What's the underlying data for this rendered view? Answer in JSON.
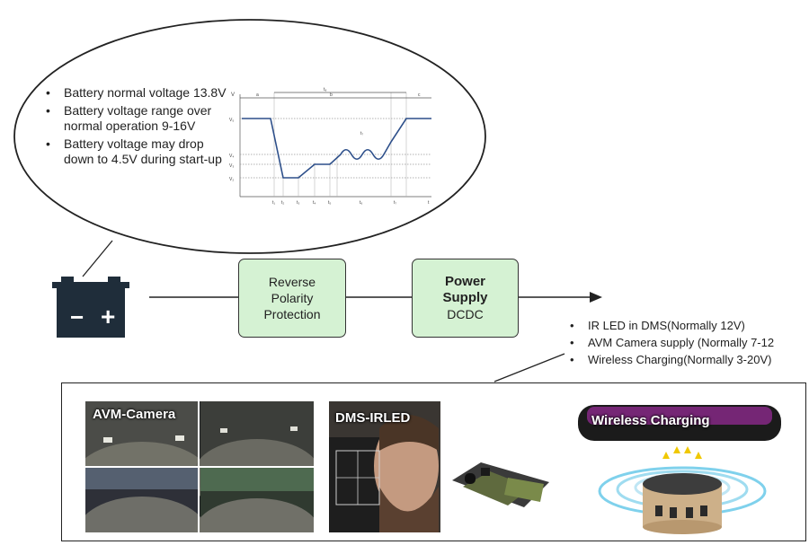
{
  "bubble": {
    "bullets": [
      "Battery normal voltage 13.8V",
      "Battery voltage range over normal operation 9-16V",
      "Battery voltage may drop down to 4.5V during start-up"
    ]
  },
  "waveform": {
    "y_axis_label": "V",
    "level_labels": [
      "V₁",
      "V₂",
      "V₃",
      "V₄",
      "V₅"
    ],
    "top_labels": [
      "a",
      "b",
      "c",
      "t₈",
      "t₇"
    ],
    "time_labels": [
      "t₁",
      "t₂",
      "t₃",
      "t₄",
      "t₅",
      "t₆",
      "t₇",
      "t₈",
      "t"
    ]
  },
  "blocks": {
    "reverse_polarity": {
      "line1": "Reverse",
      "line2": "Polarity",
      "line3": "Protection"
    },
    "power_supply": {
      "line1": "Power",
      "line2": "Supply",
      "line3": "DCDC"
    }
  },
  "battery": {
    "minus": "−",
    "plus": "+"
  },
  "loads": [
    "IR LED in DMS(Normally 12V)",
    "AVM Camera supply (Normally 7-12",
    "Wireless Charging(Normally 3-20V)"
  ],
  "images": {
    "avm": {
      "label": "AVM-Camera"
    },
    "dms": {
      "label": "DMS-IRLED"
    },
    "wireless": {
      "label": "Wireless Charging"
    }
  },
  "colors": {
    "block_fill": "#d5f2d3",
    "arrow": "#222222",
    "phone_glow": "#c030c0",
    "wave_blue": "#2d4f8a"
  }
}
